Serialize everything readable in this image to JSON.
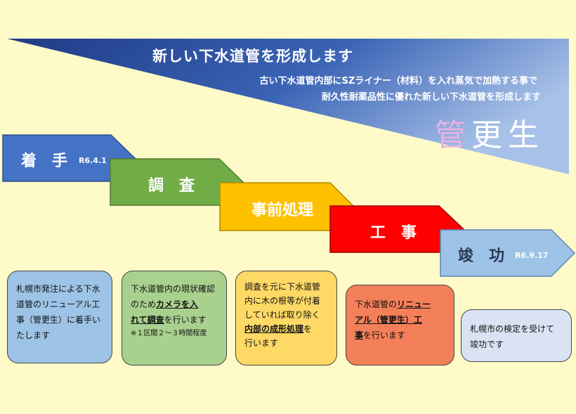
{
  "banner": {
    "title": "新しい下水道管を形成します",
    "subtitle1": "古い下水道管内部にSZライナー（材料）を入れ蒸気で加熱する事で",
    "subtitle2": "耐久性耐薬品性に優れた新しい下水道管を形成します",
    "kanji": [
      "管",
      "更",
      "生"
    ]
  },
  "steps": [
    {
      "label": "着　手",
      "date": "R6.4.1"
    },
    {
      "label": "調　査",
      "date": ""
    },
    {
      "label": "事前処理",
      "date": ""
    },
    {
      "label": "工　事",
      "date": ""
    },
    {
      "label": "竣　功",
      "date": "R6.9.17"
    }
  ],
  "cards": {
    "c1": {
      "l1": "札幌市発注による下水",
      "l2": "道管のリニューアル工",
      "l3": "事（管更生）に着手い",
      "l4": "たします"
    },
    "c2": {
      "l1": "下水道管内の現状確認",
      "l2a": "のため",
      "l2b": "カメラを入",
      "l3a": "れて調査",
      "l3b": "を行います",
      "note": "※１区間２～３時間程度"
    },
    "c3": {
      "l1": "調査を元に下水道管",
      "l2": "内に木の根等が付着",
      "l3": "していれば取り除く",
      "l4a": "内部の成形処理",
      "l4b": "を",
      "l5": "行います"
    },
    "c4": {
      "l1a": "下水道管の",
      "l1b": "リニュー",
      "l2": "アル（管更生）工",
      "l3a": "事",
      "l3b": "を行います"
    },
    "c5": {
      "l1": "札幌市の検定を受けて",
      "l2": "竣功です"
    }
  },
  "colors": {
    "background": "#fffbc9",
    "banner_dark": "#233f8c",
    "banner_light": "#9bb7e4",
    "step1": "#4472c4",
    "step2": "#70ad47",
    "step3": "#ffc000",
    "step4": "#ff0000",
    "step5": "#9dc3e6",
    "card1": "#9dc3e6",
    "card2": "#a9d18e",
    "card3": "#ffd966",
    "card4": "#f4805a",
    "card5": "#dae3f3"
  }
}
